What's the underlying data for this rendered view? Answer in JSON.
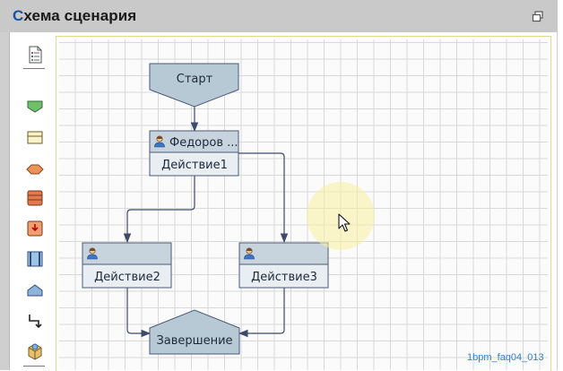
{
  "panel": {
    "title_first_letter": "С",
    "title_rest": "хема сценария",
    "maximize_icon": "restore-window-icon"
  },
  "palette": {
    "tools": [
      {
        "name": "properties-icon"
      },
      {
        "name": "start-shape-icon"
      },
      {
        "name": "action-shape-icon"
      },
      {
        "name": "decision-shape-icon"
      },
      {
        "name": "subprocess-shape-icon"
      },
      {
        "name": "input-shape-icon"
      },
      {
        "name": "document-shape-icon"
      },
      {
        "name": "end-shape-icon"
      },
      {
        "name": "connector-icon"
      },
      {
        "name": "group-shape-icon"
      }
    ]
  },
  "diagram": {
    "start": {
      "label": "Старт"
    },
    "action1": {
      "assignee": "Федоров ...",
      "label": "Действие1"
    },
    "action2": {
      "label": "Действие2"
    },
    "action3": {
      "label": "Действие3"
    },
    "end": {
      "label": "Завершение"
    }
  },
  "watermark": "1bpm_faq04_013",
  "colors": {
    "node_header": "#c7d4dd",
    "node_body": "#e8eef2",
    "node_border": "#4a5a78",
    "connector": "#3d4a6e"
  }
}
